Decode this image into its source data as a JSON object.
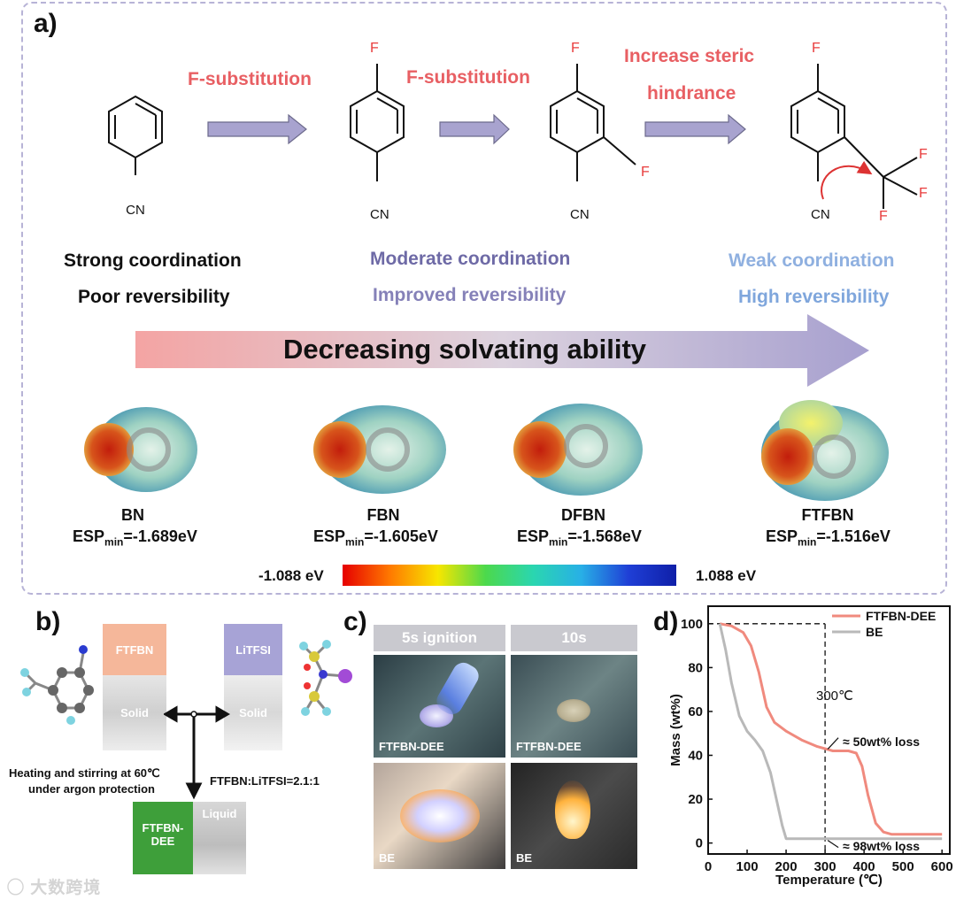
{
  "panel_a": {
    "label": "a)",
    "steps": [
      {
        "text": "F-substitution"
      },
      {
        "text": "F-substitution"
      },
      {
        "text_line1": "Increase steric",
        "text_line2": "hindrance"
      }
    ],
    "atoms": {
      "F": "F",
      "CN": "CN"
    },
    "coordination": {
      "strong": [
        "Strong coordination",
        "Poor reversibility"
      ],
      "moderate": [
        "Moderate coordination",
        "Improved reversibility"
      ],
      "weak": [
        "Weak coordination",
        "High reversibility"
      ]
    },
    "big_arrow_text": "Decreasing solvating ability",
    "esp": [
      {
        "name": "BN",
        "prefix": "ESP",
        "sub": "min",
        "value": "=-1.689eV"
      },
      {
        "name": "FBN",
        "prefix": "ESP",
        "sub": "min",
        "value": "=-1.605eV"
      },
      {
        "name": "DFBN",
        "prefix": "ESP",
        "sub": "min",
        "value": "=-1.568eV"
      },
      {
        "name": "FTFBN",
        "prefix": "ESP",
        "sub": "min",
        "value": "=-1.516eV"
      }
    ],
    "colorbar": {
      "min": "-1.088 eV",
      "max": "1.088 eV"
    },
    "colors": {
      "red_text": "#e85f63",
      "moderate": "#6e6aa6",
      "weak": "#7fa6dc",
      "arrow": "#a8a3cf"
    }
  },
  "panel_b": {
    "label": "b)",
    "vial_left": {
      "top": "FTFBN",
      "bottom": "Solid"
    },
    "vial_right": {
      "top": "LiTFSI",
      "bottom": "Solid"
    },
    "condition_line1": "Heating and stirring at 60℃",
    "condition_line2": "under argon protection",
    "ratio": "FTFBN:LiTFSI=2.1:1",
    "product": {
      "name_line1": "FTFBN-",
      "name_line2": "DEE",
      "state": "Liquid"
    }
  },
  "panel_c": {
    "label": "c)",
    "headers": [
      "5s ignition",
      "10s"
    ],
    "rows": [
      {
        "labels": [
          "FTFBN-DEE",
          "FTFBN-DEE"
        ]
      },
      {
        "labels": [
          "BE",
          "BE"
        ]
      }
    ]
  },
  "panel_d": {
    "label": "d)",
    "annot_300": "300℃",
    "annot_50": "≈ 50wt% loss",
    "annot_98": "≈ 98wt% loss"
  },
  "watermark": "大数跨境",
  "chart_data": {
    "type": "line",
    "xlabel": "Temperature (℃)",
    "ylabel": "Mass (wt%)",
    "xlim": [
      0,
      620
    ],
    "ylim": [
      -5,
      108
    ],
    "xticks": [
      0,
      100,
      200,
      300,
      400,
      500,
      600
    ],
    "yticks": [
      0,
      20,
      40,
      60,
      80,
      100
    ],
    "legend": "top-right",
    "series": [
      {
        "name": "FTFBN-DEE",
        "color": "#f08a7e",
        "x": [
          30,
          60,
          90,
          110,
          130,
          150,
          170,
          200,
          240,
          280,
          320,
          360,
          380,
          395,
          410,
          430,
          450,
          470,
          520,
          600
        ],
        "y": [
          100,
          99,
          96,
          90,
          78,
          62,
          55,
          51,
          47,
          44,
          42,
          42,
          41,
          35,
          22,
          9,
          5,
          4,
          4,
          4
        ]
      },
      {
        "name": "BE",
        "color": "#b9b9b9",
        "x": [
          30,
          45,
          60,
          80,
          100,
          120,
          140,
          160,
          175,
          190,
          200,
          210,
          300,
          600
        ],
        "y": [
          100,
          88,
          73,
          58,
          51,
          47,
          42,
          32,
          20,
          8,
          2,
          2,
          2,
          2
        ]
      }
    ],
    "hline": {
      "y": 100,
      "x_to": 300
    },
    "vline": {
      "x": 300
    }
  }
}
